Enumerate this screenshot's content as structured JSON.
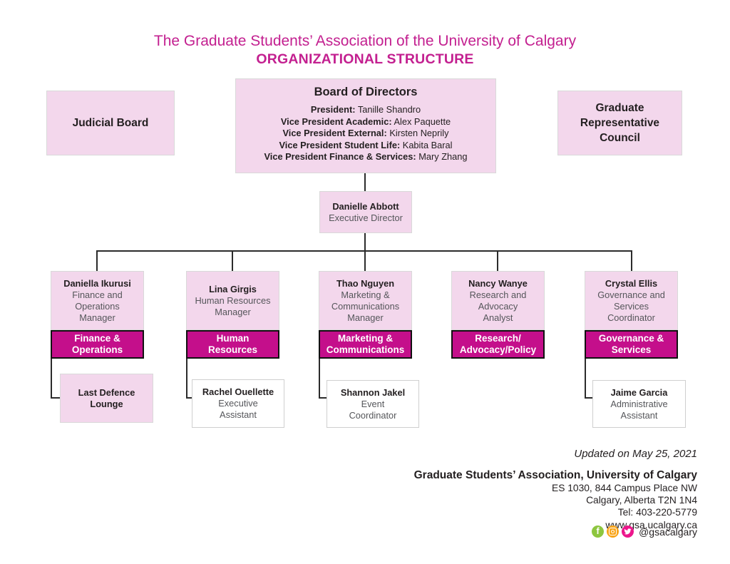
{
  "colors": {
    "accent": "#C32090",
    "ribbon": "#C40F8B",
    "box_pink": "#F3D7EC",
    "facebook": "#8DC63F",
    "instagram": "#F9A51A",
    "twitter": "#EC168C"
  },
  "title": {
    "line1": "The Graduate Students’ Association of the University of Calgary",
    "line2": "ORGANIZATIONAL STRUCTURE"
  },
  "judicial_board": {
    "label": "Judicial Board"
  },
  "board": {
    "title": "Board of Directors",
    "members": [
      {
        "role": "President:",
        "name": "Tanille Shandro"
      },
      {
        "role": "Vice President Academic:",
        "name": "Alex Paquette"
      },
      {
        "role": "Vice President External:",
        "name": "Kirsten Neprily"
      },
      {
        "role": "Vice President Student Life:",
        "name": "Kabita Baral"
      },
      {
        "role": "Vice President Finance & Services:",
        "name": "Mary Zhang"
      }
    ]
  },
  "grc": {
    "label": "Graduate\nRepresentative\nCouncil"
  },
  "executive_director": {
    "name": "Danielle Abbott",
    "title": "Executive Director"
  },
  "departments": [
    {
      "person": "Daniella Ikurusi",
      "role": "Finance and\nOperations\nManager",
      "label": "Finance &\nOperations"
    },
    {
      "person": "Lina Girgis",
      "role": "Human Resources\nManager",
      "label": "Human\nResources"
    },
    {
      "person": "Thao Nguyen",
      "role": "Marketing &\nCommunications\nManager",
      "label": "Marketing &\nCommunications"
    },
    {
      "person": "Nancy Wanye",
      "role": "Research and\nAdvocacy\nAnalyst",
      "label": "Research/\nAdvocacy/Policy"
    },
    {
      "person": "Crystal Ellis",
      "role": "Governance and\nServices\nCoordinator",
      "label": "Governance &\nServices"
    }
  ],
  "reports": [
    {
      "name": "Last Defence\nLounge",
      "title": ""
    },
    {
      "name": "Rachel Ouellette",
      "title": "Executive\nAssistant"
    },
    {
      "name": "Shannon Jakel",
      "title": "Event\nCoordinator"
    },
    {
      "name": "Jaime Garcia",
      "title": "Administrative\nAssistant"
    }
  ],
  "footer": {
    "updated": "Updated on May 25, 2021",
    "org": "Graduate Students’ Association, University of Calgary",
    "address": [
      "ES 1030, 844 Campus Place NW",
      "Calgary, Alberta T2N 1N4",
      "Tel: 403-220-5779",
      "www.gsa.ucalgary.ca"
    ],
    "handle": "@gsacalgary"
  }
}
